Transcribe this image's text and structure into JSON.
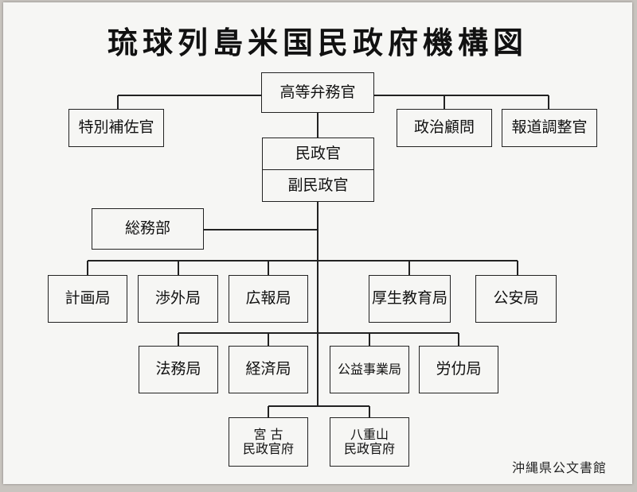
{
  "title": "琉球列島米国民政府機構図",
  "nodes": {
    "high_commissioner": "高等弁務官",
    "special_assistant": "特別補佐官",
    "political_advisor": "政治顧問",
    "press_coordinator": "報道調整官",
    "civil_administrator": "民政官",
    "deputy_civil_administrator": "副民政官",
    "general_affairs": "総務部",
    "planning_bureau": "計画局",
    "foreign_affairs_bureau": "渉外局",
    "public_info_bureau": "広報局",
    "health_education_bureau": "厚生教育局",
    "public_safety_bureau": "公安局",
    "legal_bureau": "法務局",
    "economic_bureau": "経済局",
    "public_works_bureau": "公益事業局",
    "labor_bureau": "労仂局",
    "miyako_office": "宮 古\n民政官府",
    "yaeyama_office": "八重山\n民政官府"
  },
  "credit": "沖縄県公文書館"
}
